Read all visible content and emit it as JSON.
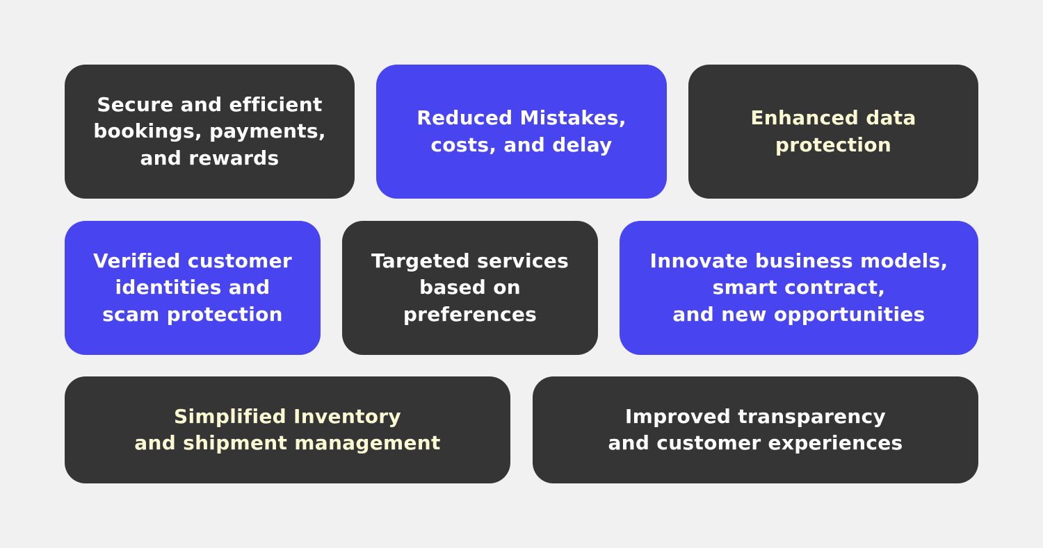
{
  "colors": {
    "background": "#f1f1f1",
    "dark_tile": "#353535",
    "blue_tile": "#4744f0",
    "white_text": "#ffffff",
    "cream_text": "#fbf8d4"
  },
  "tiles": [
    {
      "text": "Secure and efficient\nbookings, payments,\nand rewards",
      "style": "dark",
      "text_color": "white"
    },
    {
      "text": "Reduced Mistakes,\ncosts, and delay",
      "style": "blue",
      "text_color": "white"
    },
    {
      "text": "Enhanced data\nprotection",
      "style": "dark",
      "text_color": "cream"
    },
    {
      "text": "Verified customer\nidentities and\nscam protection",
      "style": "blue",
      "text_color": "white"
    },
    {
      "text": "Targeted services\nbased on\npreferences",
      "style": "dark",
      "text_color": "white"
    },
    {
      "text": "Innovate business models,\nsmart contract,\nand new opportunities",
      "style": "blue",
      "text_color": "white"
    },
    {
      "text": "Simplified Inventory\nand shipment management",
      "style": "dark",
      "text_color": "cream"
    },
    {
      "text": "Improved transparency\nand customer experiences",
      "style": "dark",
      "text_color": "white"
    }
  ]
}
